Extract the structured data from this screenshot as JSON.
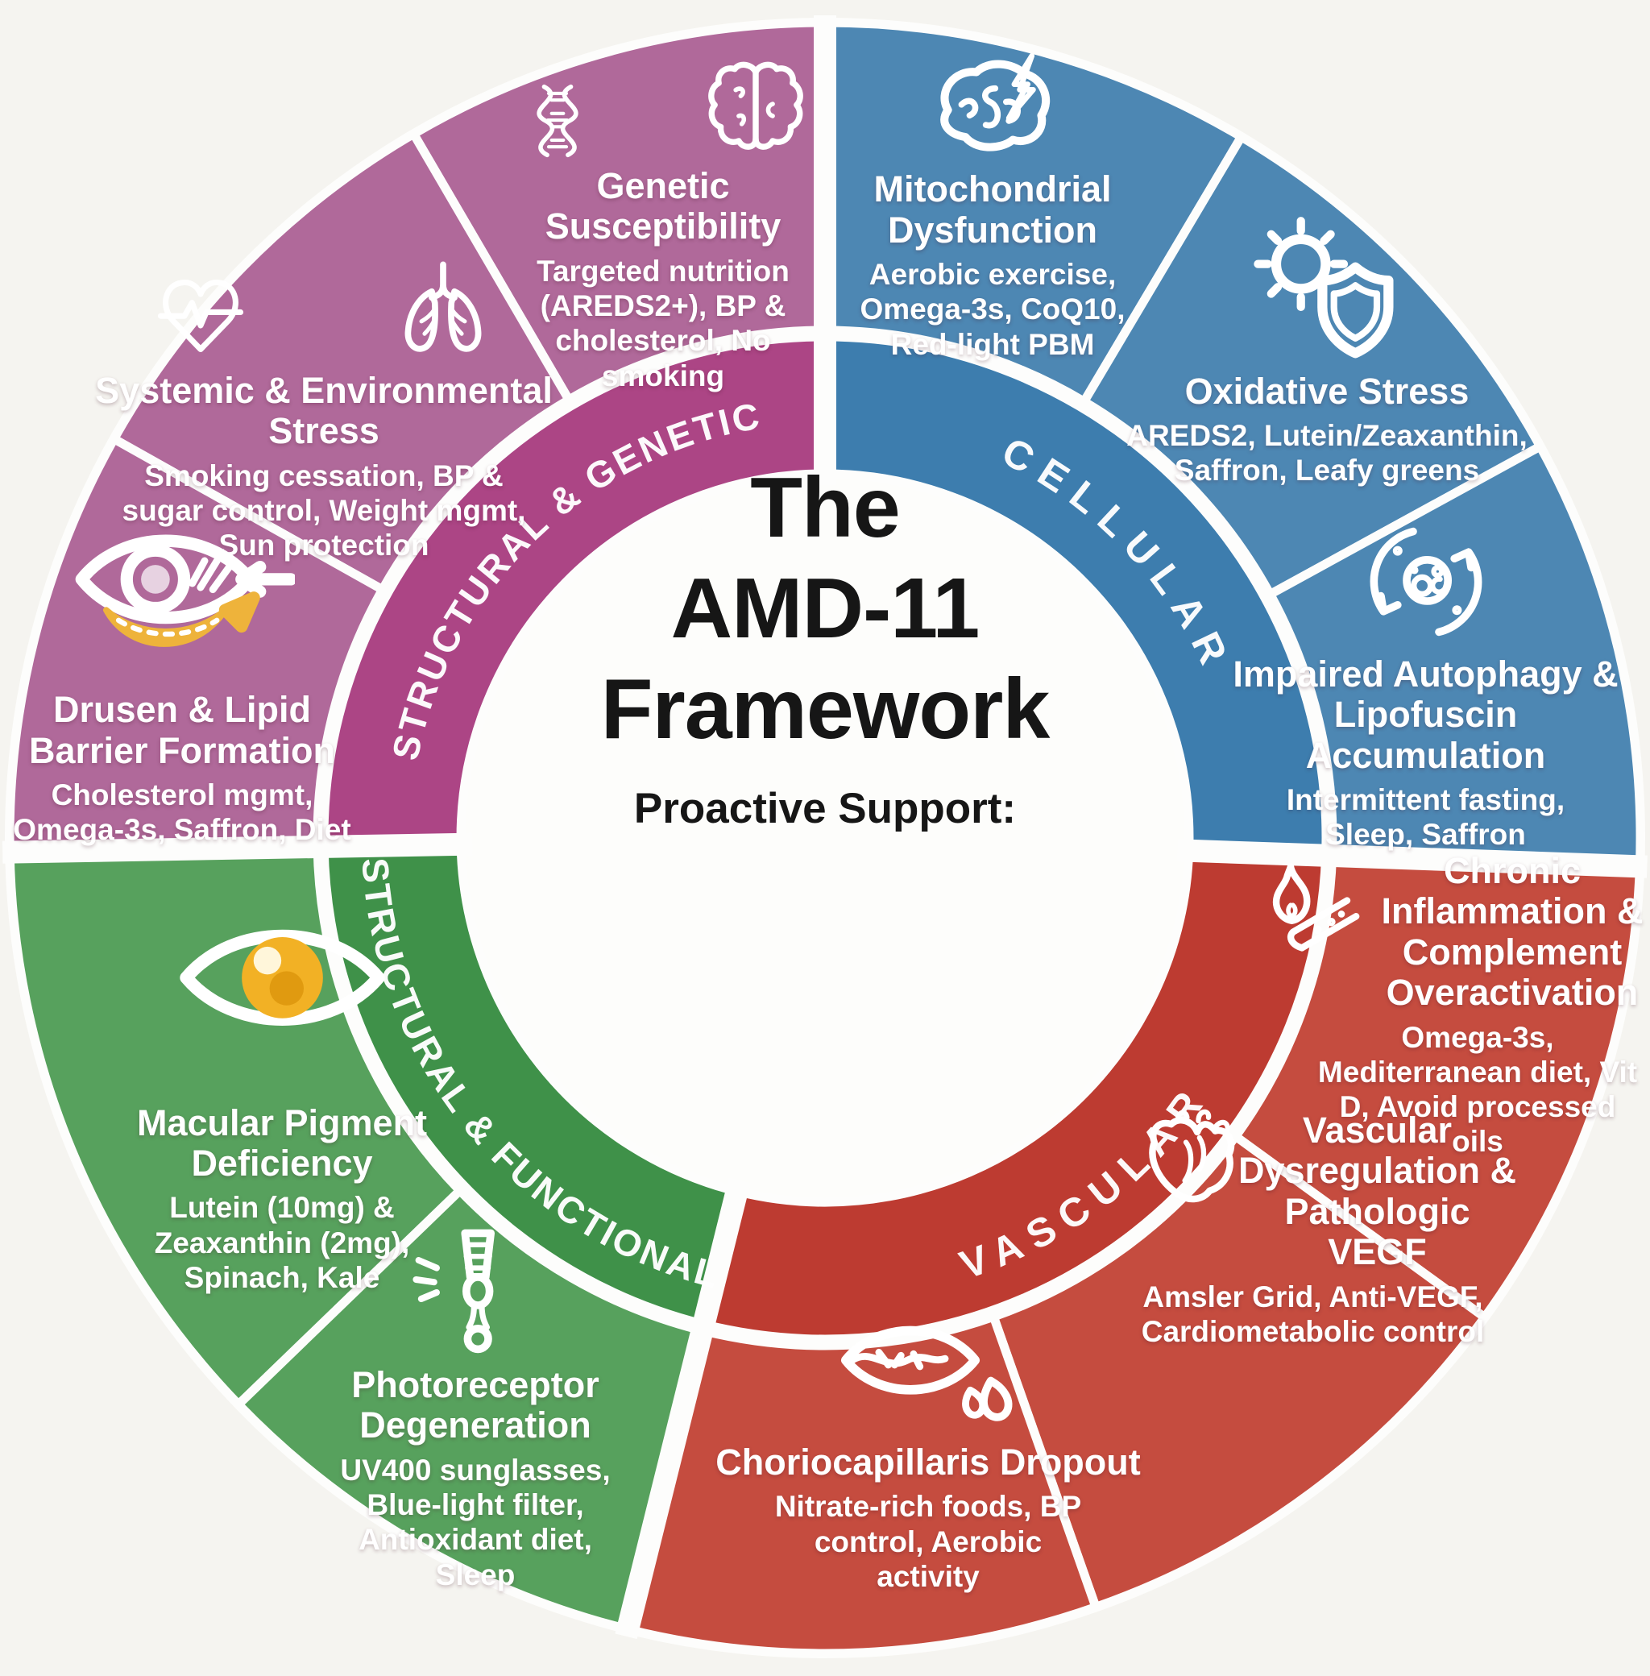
{
  "title": {
    "line1": "The",
    "line2": "AMD-11",
    "line3": "Framework",
    "subtitle": "Proactive Support:"
  },
  "colors": {
    "background": "#f5f4f0",
    "divider_white": "#fdfdfc",
    "title_text": "#161616",
    "segment_text": "#ffffff",
    "drusen_yellow": "#eeb33b",
    "iris_yellow": "#f2b125",
    "iris_pupil": "#e09a10",
    "iris_highlight": "#fff6da"
  },
  "quadrants": [
    {
      "id": "structural-genetic",
      "label": "STRUCTURAL & GENETIC",
      "color": "#b0699a",
      "inner_color": "#ac4585",
      "segments": [
        {
          "id": "genetic",
          "title": "Genetic Susceptibility",
          "support": "Targeted nutrition (AREDS2+), BP & cholesterol, No smoking",
          "icons": [
            "dna-icon",
            "brain-icon"
          ]
        },
        {
          "id": "systemic",
          "title": "Systemic & Environmental Stress",
          "support": "Smoking cessation, BP & sugar control, Weight mgmt, Sun protection",
          "icons": [
            "heart-pulse-icon",
            "lungs-icon"
          ]
        },
        {
          "id": "drusen",
          "title": "Drusen & Lipid Barrier Formation",
          "support": "Cholesterol mgmt, Omega-3s, Saffron, Diet",
          "icons": [
            "eye-drusen-icon"
          ]
        }
      ]
    },
    {
      "id": "cellular",
      "label": "CELLULAR",
      "color": "#4d87b3",
      "inner_color": "#3d7dae",
      "segments": [
        {
          "id": "mitochondrial",
          "title": "Mitochondrial Dysfunction",
          "support": "Aerobic exercise, Omega-3s, CoQ10, Red-light PBM",
          "icons": [
            "mitochondria-bolt-icon"
          ]
        },
        {
          "id": "oxidative",
          "title": "Oxidative Stress",
          "support": "AREDS2, Lutein/Zeaxanthin, Saffron, Leafy greens",
          "icons": [
            "sun-shield-icon"
          ]
        },
        {
          "id": "autophagy",
          "title": "Impaired Autophagy & Lipofuscin Accumulation",
          "support": "Intermittent fasting, Sleep, Saffron",
          "icons": [
            "autophagy-recycle-icon"
          ]
        }
      ]
    },
    {
      "id": "vascular",
      "label": "VASCULAR",
      "color": "#c54c3f",
      "inner_color": "#bd3b31",
      "segments": [
        {
          "id": "inflammation",
          "title": "Chronic Inflammation & Complement Overactivation",
          "support": "Omega-3s, Mediterranean diet, Vit D, Avoid processed oils",
          "icons": [
            "inflammation-flame-icon"
          ]
        },
        {
          "id": "vegf",
          "title": "Vascular Dysregulation & Pathologic VEGF",
          "support": "Amsler Grid, Anti-VEGF, Cardiometabolic control",
          "icons": [
            "anatomical-heart-icon"
          ]
        },
        {
          "id": "choriocapillaris",
          "title": "Choriocapillaris Dropout",
          "support": "Nitrate-rich foods, BP control, Aerobic activity",
          "icons": [
            "eye-vessels-drops-icon"
          ]
        }
      ]
    },
    {
      "id": "structural-functional",
      "label": "STRUCTURAL & FUNCTIONAL",
      "color": "#57a15d",
      "inner_color": "#3f9149",
      "segments": [
        {
          "id": "macular-pigment",
          "title": "Macular Pigment Deficiency",
          "support": "Lutein (10mg) & Zeaxanthin (2mg), Spinach, Kale",
          "icons": [
            "macular-eye-icon"
          ]
        },
        {
          "id": "photoreceptor",
          "title": "Photoreceptor Degeneration",
          "support": "UV400 sunglasses, Blue-light filter, Antioxidant diet, Sleep",
          "icons": [
            "photoreceptor-light-icon"
          ]
        }
      ]
    }
  ]
}
